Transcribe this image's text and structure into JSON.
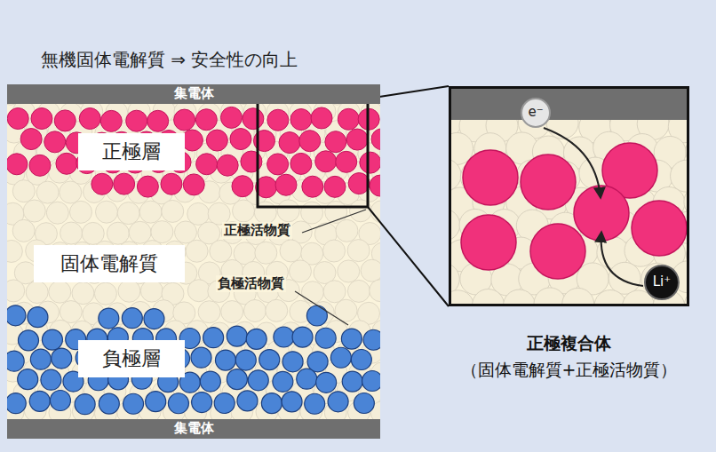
{
  "diagram": {
    "title": "無機固体電解質 ⇒ 安全性の向上",
    "nodes": [
      {
        "text": [
          "集電体"
        ]
      },
      {
        "text": [
          "正極層"
        ]
      },
      {
        "text": [
          "固体電解質"
        ]
      },
      {
        "text": [
          "負極層"
        ]
      },
      {
        "text": [
          "集電体"
        ]
      },
      {
        "text": [
          "正極複合体",
          "（固体電解質+正極活物質）"
        ]
      },
      {
        "text": [
          "e⁻"
        ],
        "in": 5
      },
      {
        "text": [
          "Li⁺"
        ],
        "in": 5
      }
    ],
    "labels": [
      "正極活物質",
      "負極活物質"
    ]
  }
}
